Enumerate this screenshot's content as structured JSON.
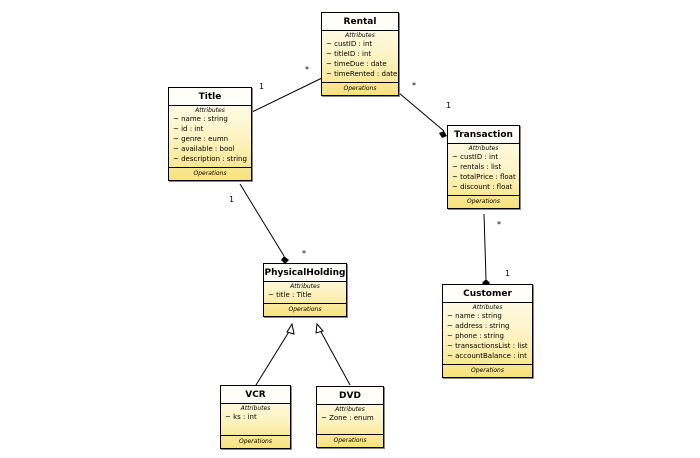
{
  "classes": {
    "rental": {
      "name": "Rental",
      "attributes_label": "Attributes",
      "attributes": [
        "~ custID : int",
        "~ titleID : int",
        "~ timeDue : date",
        "~ timeRented : date"
      ],
      "operations_label": "Operations"
    },
    "title": {
      "name": "Title",
      "attributes_label": "Attributes",
      "attributes": [
        "~ name : string",
        "~ id : int",
        "~ genre : eumn",
        "~ available : bool",
        "~ description : string"
      ],
      "operations_label": "Operations"
    },
    "transaction": {
      "name": "Transaction",
      "attributes_label": "Attributes",
      "attributes": [
        "~ custID : int",
        "~ rentals : list",
        "~ totalPrice : float",
        "~ discount : float"
      ],
      "operations_label": "Operations"
    },
    "physical_holding": {
      "name": "PhysicalHolding",
      "attributes_label": "Attributes",
      "attributes": [
        "~ title : Title"
      ],
      "operations_label": "Operations"
    },
    "customer": {
      "name": "Customer",
      "attributes_label": "Attributes",
      "attributes": [
        "~ name : string",
        "~ address : string",
        "~ phone : string",
        "~ transactionsList : list",
        "~ accountBalance : int"
      ],
      "operations_label": "Operations"
    },
    "vcr": {
      "name": "VCR",
      "attributes_label": "Attributes",
      "attributes": [
        "~ ks : int"
      ],
      "operations_label": "Operations"
    },
    "dvd": {
      "name": "DVD",
      "attributes_label": "Attributes",
      "attributes": [
        "~ Zone : enum"
      ],
      "operations_label": "Operations"
    }
  },
  "multiplicities": {
    "title_rental_title_end": "1",
    "title_rental_rental_end": "*",
    "rental_transaction_rental_end": "*",
    "rental_transaction_transaction_end": "1",
    "title_holding_title_end": "1",
    "title_holding_holding_end": "*",
    "transaction_customer_transaction_end": "*",
    "transaction_customer_customer_end": "1"
  },
  "colors": {
    "line": "#000000",
    "box_top": "#fffef6",
    "box_bottom": "#f7e27c"
  }
}
